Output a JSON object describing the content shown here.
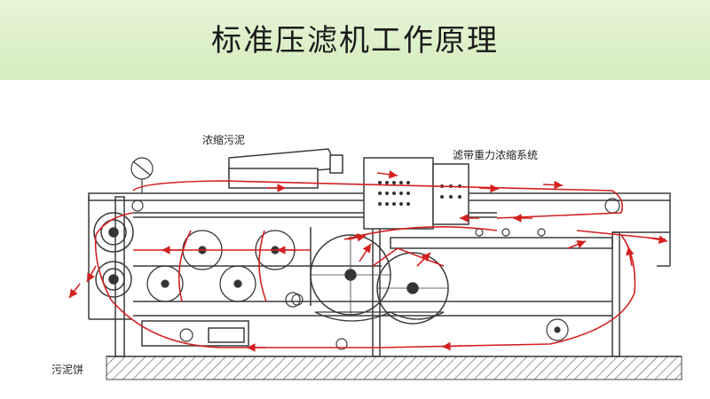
{
  "header": {
    "title": "标准压滤机工作原理"
  },
  "diagram": {
    "labels": {
      "thickened_sludge": "浓缩污泥",
      "gravity_system": "滤带重力浓缩系统",
      "sludge_cake": "污泥饼"
    },
    "colors": {
      "header_bg": "#d3ecbd",
      "belt": "#d42020",
      "machine": "#3a3a3a",
      "ground_hatch": "#555555"
    }
  }
}
